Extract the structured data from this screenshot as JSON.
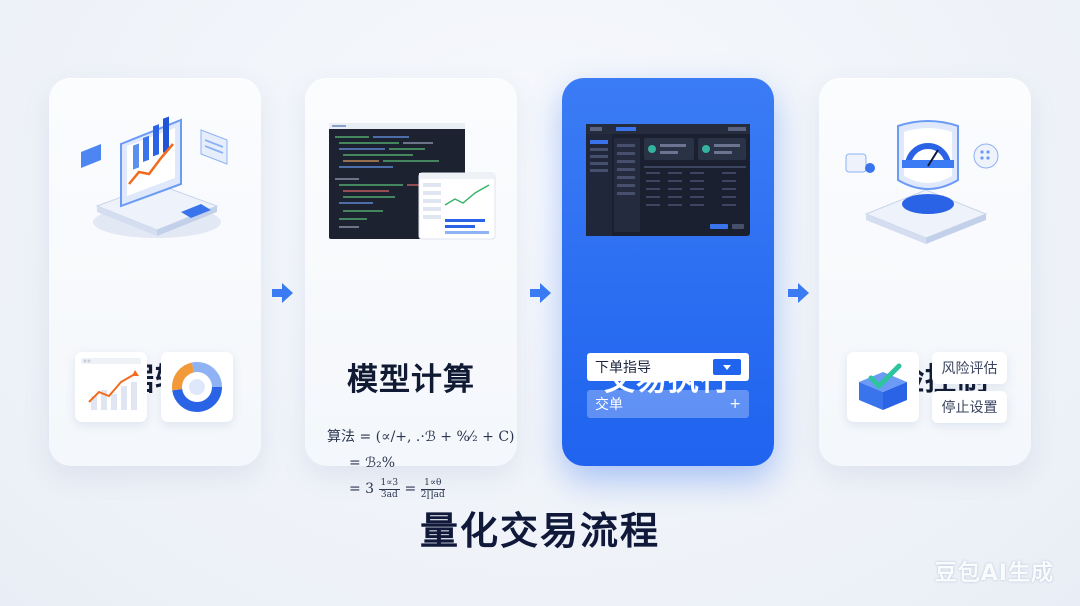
{
  "title": "量化交易流程",
  "watermark": "豆包AI生成",
  "colors": {
    "accent": "#1f63ef",
    "title": "#10193a",
    "card_bg": "#f7f9fc",
    "orange": "#f26b1d"
  },
  "steps": [
    {
      "title": "数据输入",
      "icons": [
        "monitor-chart-icon",
        "line-chart-icon",
        "donut-chart-icon"
      ]
    },
    {
      "title": "模型计算",
      "icons": [
        "code-window-icon"
      ],
      "formula": {
        "line1": "算法 = (∝/+, .·ℬ + %⁄₂ + C)",
        "line2": "= ℬ₂%",
        "line3_a": "= 3",
        "line3_num": "1∝3",
        "line3_den": "3ad",
        "line3_eq": "=",
        "line3_num2": "1∝θ",
        "line3_den2": "2∏ad"
      }
    },
    {
      "title": "交易执行",
      "icons": [
        "trading-dashboard-icon",
        "dropdown-icon",
        "plus-icon"
      ],
      "order_select": "下单指导",
      "trade_label": "交单",
      "trade_action": "+"
    },
    {
      "title": "风险控制",
      "icons": [
        "shield-dashboard-icon",
        "check-box-icon"
      ],
      "buttons": [
        "风险评估",
        "停止设置"
      ]
    }
  ]
}
